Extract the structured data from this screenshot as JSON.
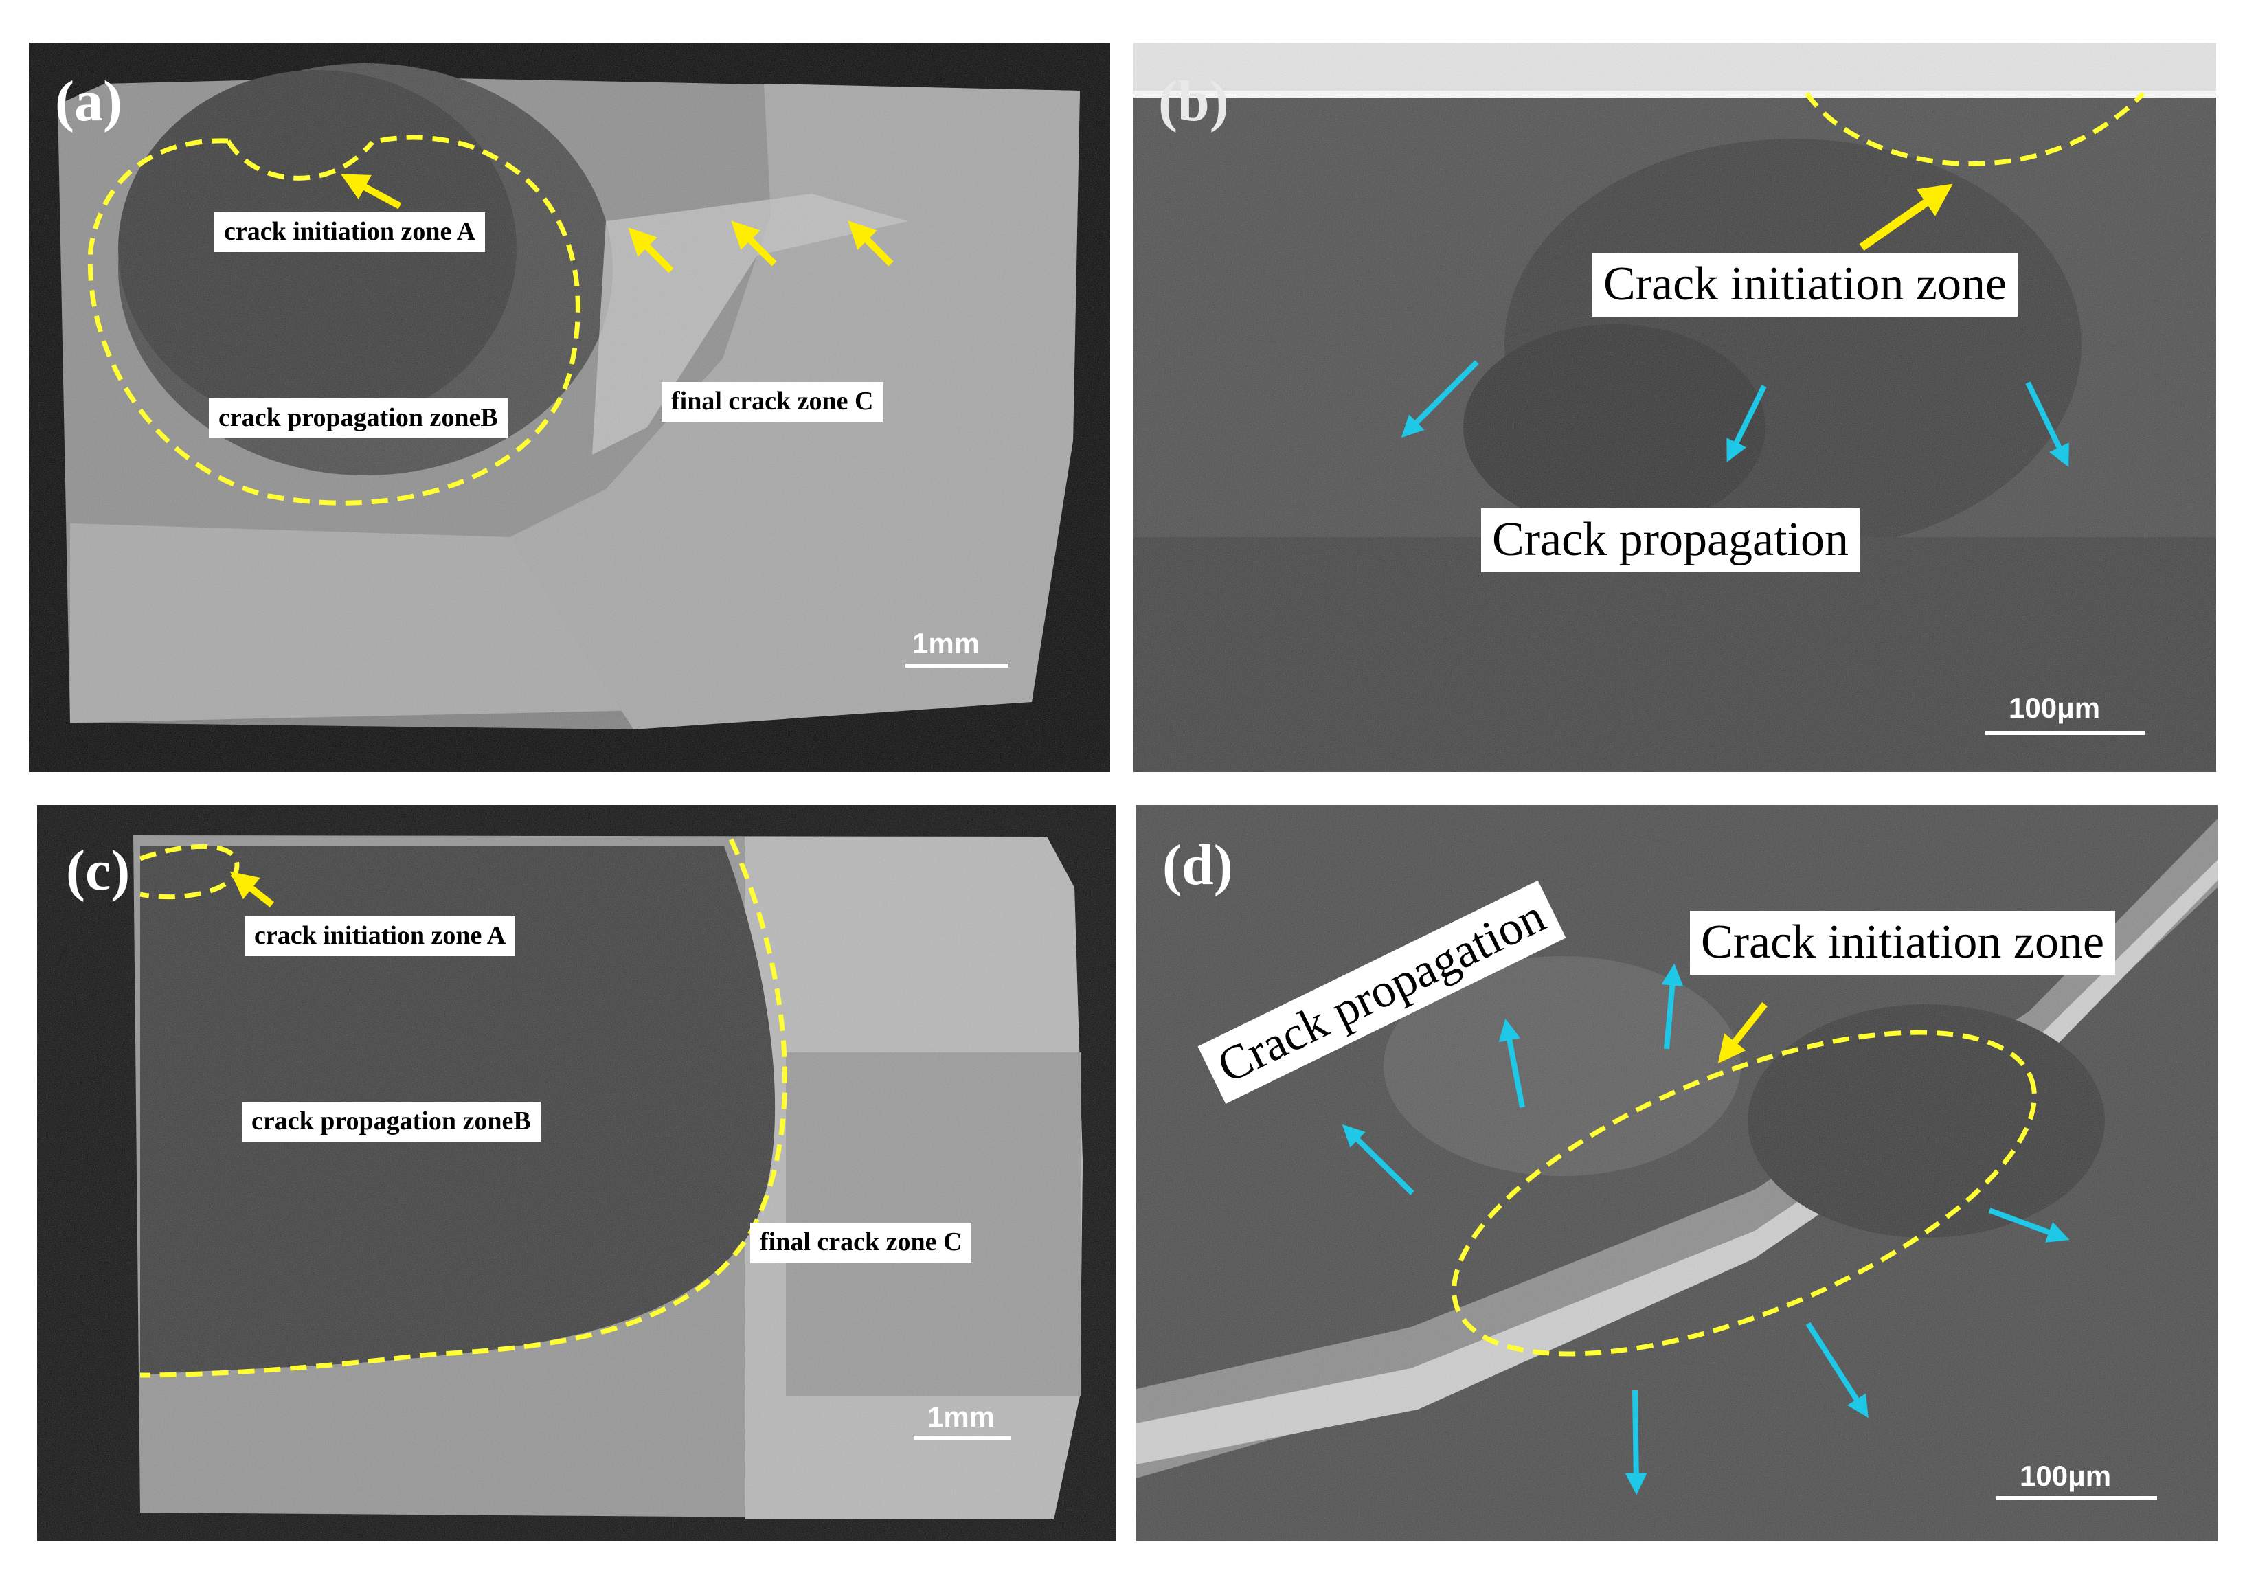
{
  "colors": {
    "outline": "#ffff33",
    "initiation_arrow": "#ffee00",
    "propagation_arrow": "#1ec8e6",
    "label_bg": "#ffffff"
  },
  "panels": {
    "a": {
      "letter": "(a)",
      "zone_a": "crack initiation zone A",
      "zone_b": "crack propagation zoneB",
      "zone_c": "final crack zone C",
      "scale": "1mm"
    },
    "b": {
      "letter": "(b)",
      "initiation": "Crack initiation zone",
      "propagation": "Crack propagation",
      "scale": "100μm"
    },
    "c": {
      "letter": "(c)",
      "zone_a": "crack initiation zone A",
      "zone_b": "crack propagation zoneB",
      "zone_c": "final crack zone C",
      "scale": "1mm"
    },
    "d": {
      "letter": "(d)",
      "initiation": "Crack initiation zone",
      "propagation": "Crack propagation",
      "scale": "100μm"
    }
  }
}
